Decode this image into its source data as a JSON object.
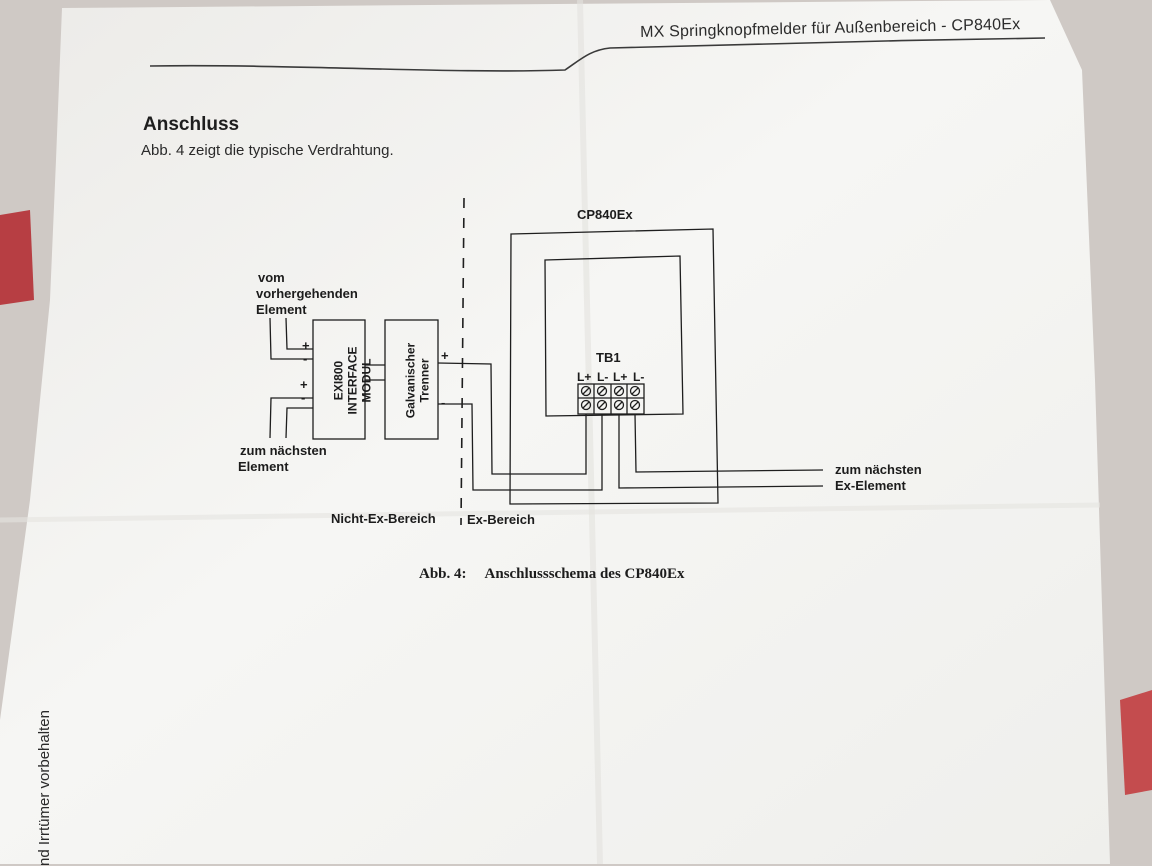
{
  "header": {
    "title": "MX  Springknopfmelder für Außenbereich  - CP840Ex"
  },
  "section": {
    "heading": "Anschluss",
    "intro": "Abb. 4 zeigt die  typische Verdrahtung."
  },
  "diagram": {
    "device_label": "CP840Ex",
    "terminal_block": "TB1",
    "terminals": [
      "L+",
      "L-",
      "L+",
      "L-"
    ],
    "from_prev": [
      "vom",
      "vorhergehenden",
      "Element"
    ],
    "to_next_left": [
      "zum nächsten",
      "Element"
    ],
    "to_next_right": [
      "zum nächsten",
      "Ex-Element"
    ],
    "module": [
      "EXI800",
      "INTERFACE",
      "MODUL"
    ],
    "isolator": [
      "Galvanischer",
      "Trenner"
    ],
    "plus": "+",
    "minus": "-",
    "zone_non_ex": "Nicht-Ex-Bereich",
    "zone_ex": "Ex-Bereich"
  },
  "figure": {
    "number": "Abb. 4:",
    "caption": "Anschlussschema des CP840Ex"
  },
  "margin_note": "nd Irrtümer vorbehalten",
  "colors": {
    "paper": "#f7f7f5",
    "ink": "#1e1e1e",
    "background": "#cfc9c5"
  }
}
